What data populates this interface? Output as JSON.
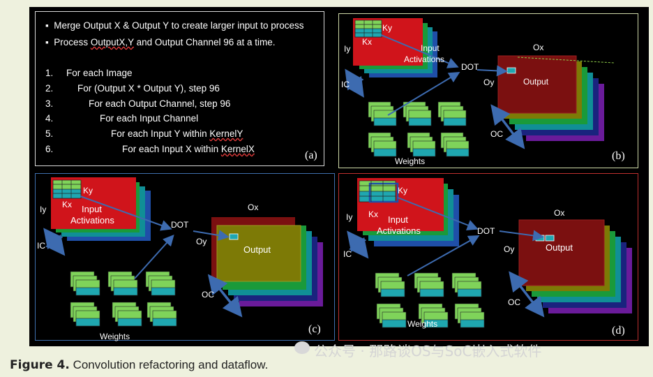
{
  "panel_a": {
    "bullets": [
      "Merge Output X & Output Y to create larger input to process",
      [
        "Process ",
        "OutputX,Y",
        " and Output Channel 96 at a time."
      ]
    ],
    "steps": [
      {
        "num": "1.",
        "text": "For each Image"
      },
      {
        "num": "2.",
        "text": "For (Output X * Output Y), step 96"
      },
      {
        "num": "3.",
        "text": "For each Output Channel, step 96"
      },
      {
        "num": "4.",
        "text": "For each Input Channel"
      },
      {
        "num": "5.",
        "text": [
          "For each Input Y within ",
          "KernelY"
        ]
      },
      {
        "num": "6.",
        "text": [
          "For each Input X within ",
          "KernelX"
        ]
      }
    ],
    "label": "(a)"
  },
  "labels": {
    "ky": "Ky",
    "kx": "Kx",
    "iy": "Iy",
    "ic": "IC",
    "input": "Input",
    "activations": "Activations",
    "dot": "DOT",
    "ox": "Ox",
    "oy": "Oy",
    "oc": "OC",
    "output": "Output",
    "weights": "Weights"
  },
  "panel_b": {
    "label": "(b)"
  },
  "panel_c": {
    "label": "(c)"
  },
  "panel_d": {
    "label": "(d)"
  },
  "caption": {
    "figure": "Figure 4.",
    "text": " Convolution refactoring and dataflow."
  },
  "watermark": "公众号 · 那路谈OS与SoC嵌入式软件",
  "colors": {
    "input_red": "#d0141b",
    "output_dark": "#7b1010",
    "output_olive": "#7d7a06",
    "green": "#1a9a3a",
    "teal": "#108f96",
    "blue": "#1f4fa8",
    "navy": "#1a237e",
    "purple": "#6a1b9a",
    "grid_green": "#7fd35a",
    "grid_teal": "#1fa7b0",
    "arrow": "#3d6bb0",
    "panel_b_border": "#cfd9a8",
    "panel_c_border": "#3f6fae",
    "panel_d_border": "#c0302f"
  }
}
